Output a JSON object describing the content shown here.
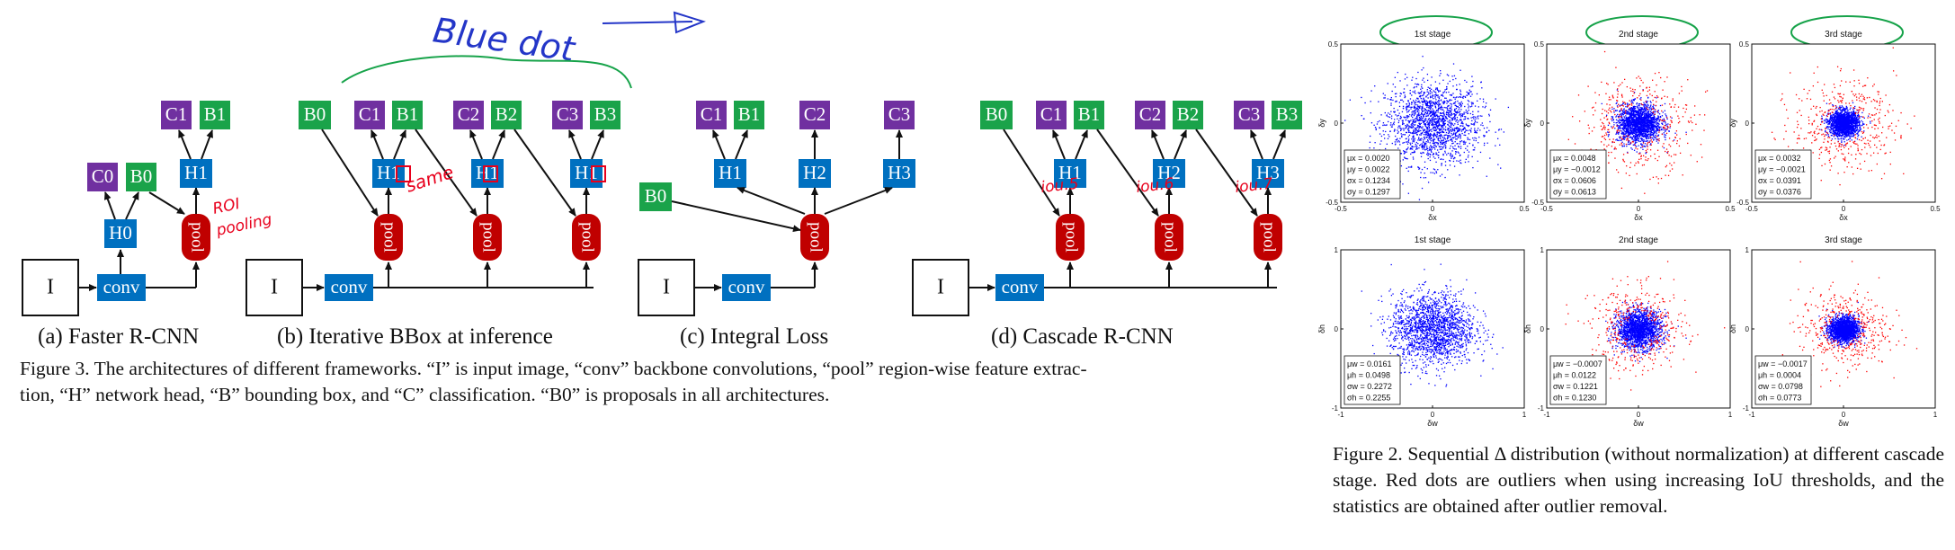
{
  "figure3": {
    "panels": [
      {
        "id": "a",
        "caption": "(a) Faster R-CNN"
      },
      {
        "id": "b",
        "caption": "(b) Iterative BBox at inference"
      },
      {
        "id": "c",
        "caption": "(c) Integral Loss"
      },
      {
        "id": "d",
        "caption": "(d) Cascade R-CNN"
      }
    ],
    "labels": {
      "input": "I",
      "conv": "conv",
      "pool": "pool",
      "H0": "H0",
      "H1": "H1",
      "H2": "H2",
      "H3": "H3",
      "B0": "B0",
      "B1": "B1",
      "B2": "B2",
      "B3": "B3",
      "C0": "C0",
      "C1": "C1",
      "C2": "C2",
      "C3": "C3"
    },
    "caption_line1": "Figure 3. The architectures of different frameworks. “I” is input image, “conv” backbone convolutions, “pool” region-wise feature extrac-",
    "caption_line2": "tion, “H” network head, “B” bounding box, and “C” classification. “B0” is proposals in all architectures.",
    "colors": {
      "class": "#7030a0",
      "box": "#1aa34a",
      "head": "#0070c0",
      "pool": "#c00000",
      "annotation": "#e8001c",
      "annotation_blue": "#2436c8",
      "annotation_green": "#17a34a"
    }
  },
  "annotations": {
    "blue_note": "Blue dot",
    "roi_line1": "ROI",
    "roi_line2": "pooling",
    "same": "same",
    "iou_1": "iou.5",
    "iou_2": "iou.6",
    "iou_3": "iou.7"
  },
  "figure2": {
    "caption": "Figure 2. Sequential Δ distribution (without normalization) at different cascade stage. Red dots are outliers when using increasing IoU thresholds, and the statistics are obtained after outlier removal."
  },
  "chart_data": [
    {
      "type": "scatter",
      "title": "1st stage",
      "xlabel": "δx",
      "ylabel": "δy",
      "xlim": [
        -0.5,
        0.5
      ],
      "ylim": [
        -0.5,
        0.5
      ],
      "xticks": [
        "-0.5",
        "0",
        "0.5"
      ],
      "yticks": [
        "0.5",
        "0",
        "-0.5"
      ],
      "stats": [
        "μx = 0.0020",
        "μy = 0.0022",
        "σx = 0.1234",
        "σy = 0.1297"
      ],
      "outliers": false,
      "series": [
        {
          "color": "#0000ff",
          "spread": 0.13
        }
      ]
    },
    {
      "type": "scatter",
      "title": "2nd stage",
      "xlabel": "δx",
      "ylabel": "δy",
      "xlim": [
        -0.5,
        0.5
      ],
      "ylim": [
        -0.5,
        0.5
      ],
      "xticks": [
        "-0.5",
        "0",
        "0.5"
      ],
      "yticks": [
        "0.5",
        "0",
        "-0.5"
      ],
      "stats": [
        "μx = 0.0048",
        "μy = −0.0012",
        "σx = 0.0606",
        "σy = 0.0613"
      ],
      "outliers": true,
      "series": [
        {
          "color": "#0000ff",
          "spread": 0.06
        },
        {
          "color": "#ff0000",
          "spread": 0.15
        }
      ]
    },
    {
      "type": "scatter",
      "title": "3rd stage",
      "xlabel": "δx",
      "ylabel": "δy",
      "xlim": [
        -0.5,
        0.5
      ],
      "ylim": [
        -0.5,
        0.5
      ],
      "xticks": [
        "-0.5",
        "0",
        "0.5"
      ],
      "yticks": [
        "0.5",
        "0",
        "-0.5"
      ],
      "stats": [
        "μx = 0.0032",
        "μy = −0.0021",
        "σx = 0.0391",
        "σy = 0.0376"
      ],
      "outliers": true,
      "series": [
        {
          "color": "#0000ff",
          "spread": 0.04
        },
        {
          "color": "#ff0000",
          "spread": 0.14
        }
      ]
    },
    {
      "type": "scatter",
      "title": "1st stage",
      "xlabel": "δw",
      "ylabel": "δh",
      "xlim": [
        -1,
        1
      ],
      "ylim": [
        -1,
        1
      ],
      "xticks": [
        "-1",
        "0",
        "1"
      ],
      "yticks": [
        "1",
        "0",
        "-1"
      ],
      "stats": [
        "μw = 0.0161",
        "μh = 0.0498",
        "σw = 0.2272",
        "σh = 0.2255"
      ],
      "outliers": false,
      "series": [
        {
          "color": "#0000ff",
          "spread": 0.23
        }
      ]
    },
    {
      "type": "scatter",
      "title": "2nd stage",
      "xlabel": "δw",
      "ylabel": "δh",
      "xlim": [
        -1,
        1
      ],
      "ylim": [
        -1,
        1
      ],
      "xticks": [
        "-1",
        "0",
        "1"
      ],
      "yticks": [
        "1",
        "0",
        "-1"
      ],
      "stats": [
        "μw = −0.0007",
        "μh = 0.0122",
        "σw = 0.1221",
        "σh = 0.1230"
      ],
      "outliers": true,
      "series": [
        {
          "color": "#0000ff",
          "spread": 0.12
        },
        {
          "color": "#ff0000",
          "spread": 0.26
        }
      ]
    },
    {
      "type": "scatter",
      "title": "3rd stage",
      "xlabel": "δw",
      "ylabel": "δh",
      "xlim": [
        -1,
        1
      ],
      "ylim": [
        -1,
        1
      ],
      "xticks": [
        "-1",
        "0",
        "1"
      ],
      "yticks": [
        "1",
        "0",
        "-1"
      ],
      "stats": [
        "μw = −0.0017",
        "μh = 0.0004",
        "σw = 0.0798",
        "σh = 0.0773"
      ],
      "outliers": true,
      "series": [
        {
          "color": "#0000ff",
          "spread": 0.08
        },
        {
          "color": "#ff0000",
          "spread": 0.24
        }
      ]
    }
  ]
}
